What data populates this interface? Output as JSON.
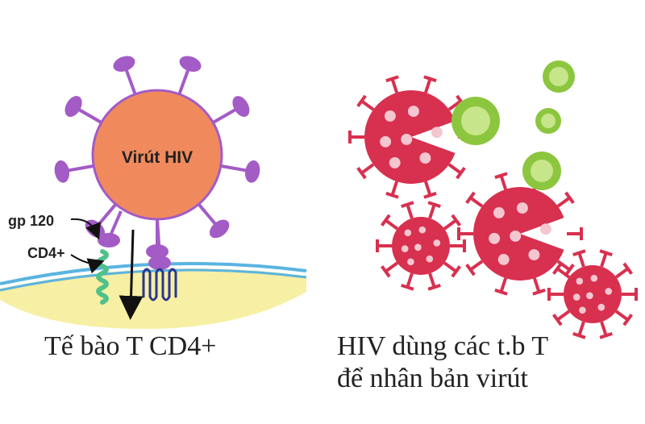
{
  "left_panel": {
    "virus_label": "Virút HIV",
    "gp120_label": "gp 120",
    "cd4_label": "CD4+",
    "caption": "Tế bào T CD4+"
  },
  "right_panel": {
    "caption_line1": "HIV dùng các t.b T",
    "caption_line2": "để nhân bản virút"
  },
  "colors": {
    "virus_body": "#f08a5d",
    "spike": "#a35bc6",
    "membrane_fill": "#f7efa3",
    "membrane_line": "#5ab4e0",
    "cd4_receptor": "#4fc28a",
    "coreceptor": "#2a3590",
    "infected_cell": "#d8304f",
    "new_virion": "#8cc63f"
  }
}
